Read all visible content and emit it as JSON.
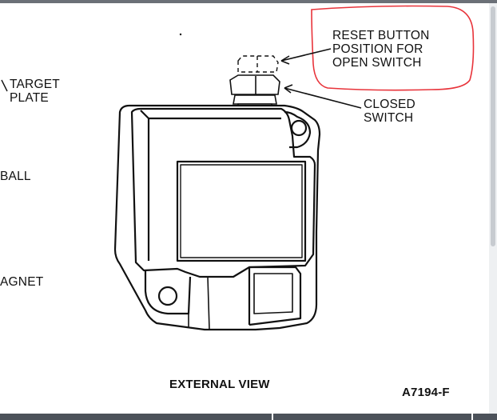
{
  "labels": {
    "target_plate": "TARGET\nPLATE",
    "ball": "BALL",
    "magnet": "AGNET",
    "reset_button": "RESET BUTTON\nPOSITION FOR\nOPEN SWITCH",
    "closed_switch": "CLOSED\nSWITCH",
    "view_caption": "EXTERNAL VIEW",
    "figure_id": "A7194-F"
  },
  "colors": {
    "annotation_circle": "#e8333a",
    "line_art": "#111111",
    "frame_bar": "#4c525a"
  }
}
